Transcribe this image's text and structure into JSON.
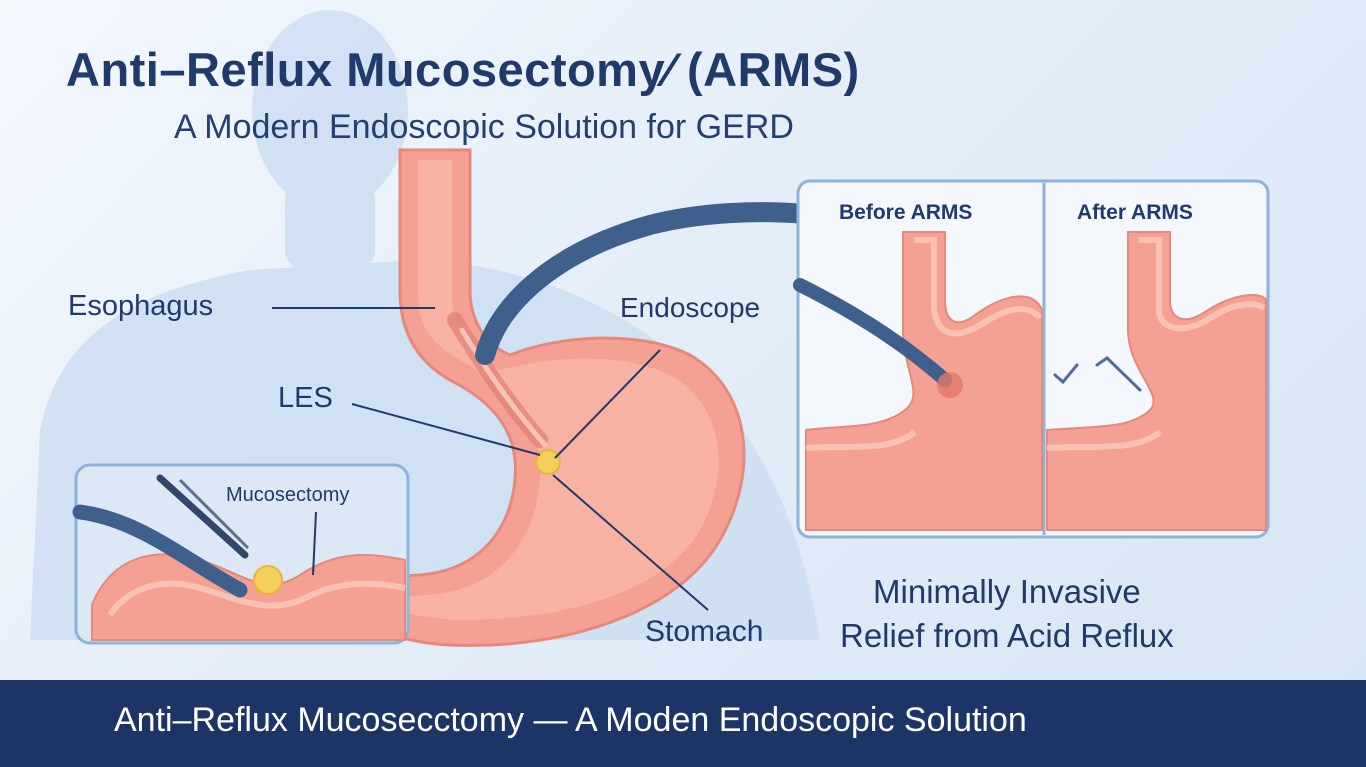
{
  "title": "Anti–Reflux Mucosectomy⁄ (ARMS)",
  "subtitle": "A Modern Endoscopic Solution for GERD",
  "labels": {
    "esophagus": "Esophagus",
    "les": "LES",
    "endoscope": "Endoscope",
    "stomach": "Stomach",
    "mucosectomy": "Mucosectomy"
  },
  "comparison": {
    "before": "Before ARMS",
    "after": "After ARMS"
  },
  "tagline": {
    "line1": "Minimally Invasive",
    "line2": "Relief from Acid Reflux"
  },
  "footer": {
    "text": "Anti–Reflux Mucosecctomy — A Moden Endoscopic Solution"
  },
  "colors": {
    "navy": "#1f3a6b",
    "footer_bg": "#1c3566",
    "tissue": "#f4a193",
    "tissue_light": "#f8c2b3",
    "scope": "#3f5f8c",
    "lesion": "#f2cf5b"
  }
}
